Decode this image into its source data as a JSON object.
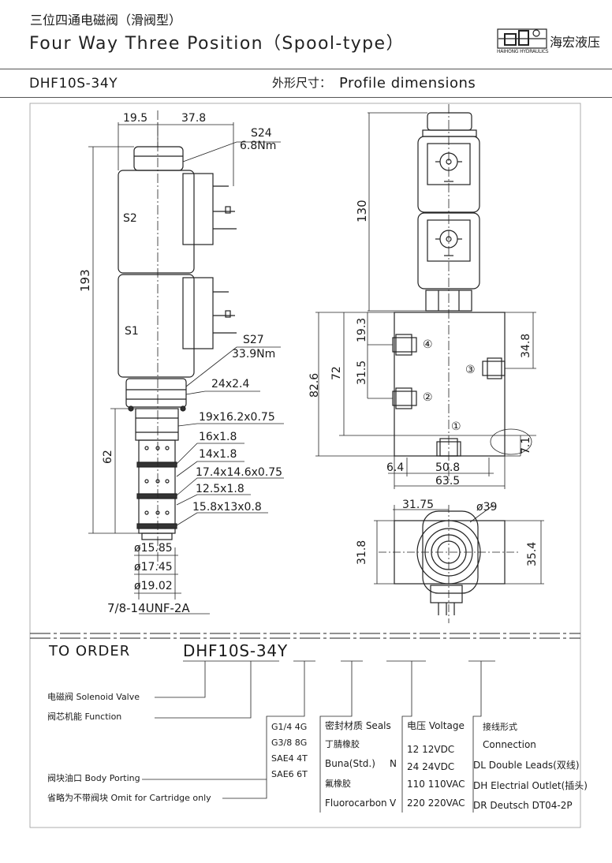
{
  "header": {
    "title_cn": "三位四通电磁阀（滑阀型）",
    "title_en": "Four Way Three Position（Spool-type）",
    "logo_small": "HAIHONG HYDRAULICS",
    "logo_cn": "海宏液压",
    "model": "DHF10S-34Y",
    "profile_cn": "外形尺寸：",
    "profile_en": "Profile dimensions"
  },
  "left_drawing": {
    "dim_top_a": "19.5",
    "dim_top_b": "37.8",
    "s24": "S24",
    "s24_torque": "6.8Nm",
    "coil_s2": "S2",
    "coil_s1": "S1",
    "dim_193": "193",
    "s27": "S27",
    "s27_torque": "33.9Nm",
    "hex": "24x2.4",
    "oring1": "19x16.2x0.75",
    "oring2": "16x1.8",
    "oring3": "14x1.8",
    "oring4": "17.4x14.6x0.75",
    "oring5": "12.5x1.8",
    "oring6": "15.8x13x0.8",
    "dim_62": "62",
    "d1": "ø15.85",
    "d2": "ø17.45",
    "d3": "ø19.02",
    "thread": "7/8-14UNF-2A"
  },
  "right_drawing": {
    "dim_130": "130",
    "dim_19_3": "19.3",
    "dim_31_5": "31.5",
    "dim_72": "72",
    "dim_82_6": "82.6",
    "dim_34_8": "34.8",
    "dim_7_1": "7.1",
    "dim_6_4": "6.4",
    "dim_50_8": "50.8",
    "dim_63_5": "63.5",
    "port1": "①",
    "port2": "②",
    "port3": "③",
    "port4": "④",
    "dim_31_75": "31.75",
    "dim_39": "ø39",
    "dim_31_8": "31.8",
    "dim_35_4": "35.4"
  },
  "order": {
    "label": "TO ORDER",
    "code": "DHF10S-34Y",
    "solenoid": "电磁阀 Solenoid Valve",
    "function": "阀芯机能 Function",
    "body_porting": "阀块油口 Body Porting",
    "omit": "省略为不带阀块 Omit for Cartridge only",
    "porting_options": [
      "G1/4  4G",
      "G3/8  8G",
      "SAE4  4T",
      "SAE6  6T"
    ],
    "seals_title": "密封材质 Seals",
    "seal_nbr_cn": "丁腈橡胶",
    "seal_nbr": "Buna(Std.)",
    "seal_nbr_code": "N",
    "seal_fkm_cn": "氟橡胶",
    "seal_fkm": "Fluorocarbon",
    "seal_fkm_code": "V",
    "voltage_title": "电压 Voltage",
    "voltages": [
      "12   12VDC",
      "24   24VDC",
      "110  110VAC",
      "220  220VAC"
    ],
    "conn_title_cn": "接线形式",
    "conn_title": "Connection",
    "conn_dl": "DL  Double Leads(双线)",
    "conn_dh": "DH  Electrial Outlet(插头)",
    "conn_dr": "DR  Deutsch DT04-2P"
  }
}
